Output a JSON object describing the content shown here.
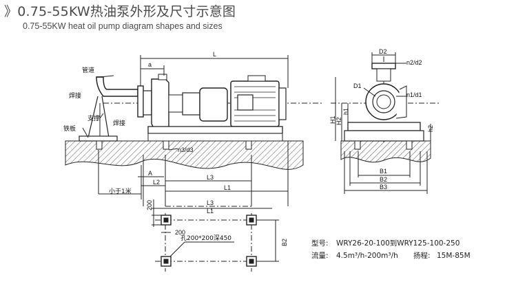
{
  "header": {
    "marker": "》",
    "title_cn": "0.75-55KW热油泵外形及尺寸示意图",
    "title_en": "0.75-55KW heat oil pump diagram shapes and sizes"
  },
  "side_view": {
    "labels": {
      "pipe": "管道",
      "weld_top": "焊接",
      "support": "支撑",
      "weld_right": "焊接",
      "iron_plate": "铁板",
      "a": "a",
      "L": "L",
      "A": "A",
      "L2": "L2",
      "L3": "L3",
      "L1": "L1",
      "n3d3": "n3/d3",
      "less_than_1m": "小于1米"
    }
  },
  "front_view": {
    "labels": {
      "D2": "D2",
      "n2d2": "n2/d2",
      "D1": "D1",
      "n1d1": "n1/d1",
      "H1": "H1",
      "H2": "H2",
      "h1": "h1",
      "h2": "h2",
      "B1": "B1",
      "B2": "B2",
      "B3": "B3"
    }
  },
  "plan_view": {
    "labels": {
      "L3": "L3",
      "L1": "L1",
      "dim_200_v": "200",
      "dim_200_h": "200",
      "hole_note": "孔200*200深450",
      "B2": "B2"
    }
  },
  "specs": {
    "model_label": "型号:",
    "model_value": "WRY26-20-100到WRY125-100-250",
    "flow_label": "流量:",
    "flow_value": "4.5m³/h-200m³/h",
    "head_label": "扬程:",
    "head_value": "15M-85M"
  }
}
